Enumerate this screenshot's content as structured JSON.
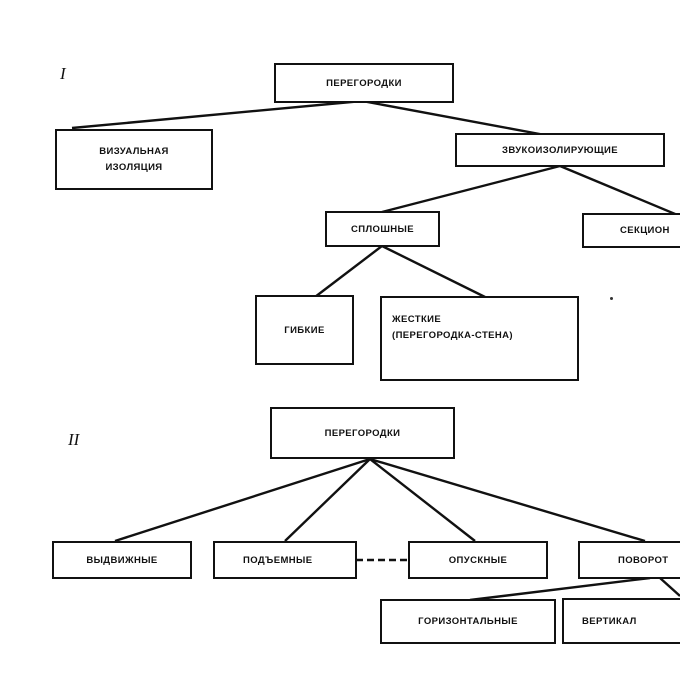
{
  "section_1": {
    "label": "I",
    "root": "ПЕРЕГОРОДКИ",
    "visual": [
      "ВИЗУАЛЬНАЯ",
      "ИЗОЛЯЦИЯ"
    ],
    "sound": "ЗВУКОИЗОЛИРУЮЩИЕ",
    "solid": "СПЛОШНЫЕ",
    "sectional": "СЕКЦИОН",
    "flexible": "ГИБКИЕ",
    "rigid": [
      "ЖЕСТКИЕ",
      "(ПЕРЕГОРОДКА-СТЕНА)"
    ]
  },
  "section_2": {
    "label": "II",
    "root": "ПЕРЕГОРОДКИ",
    "sliding": "ВЫДВИЖНЫЕ",
    "lifting": "ПОДЪЕМНЫЕ",
    "lowering": "ОПУСКНЫЕ",
    "rotating": "ПОВОРОТ",
    "horizontal": "ГОРИЗОНТАЛЬНЫЕ",
    "vertical": "ВЕРТИКАЛ"
  }
}
